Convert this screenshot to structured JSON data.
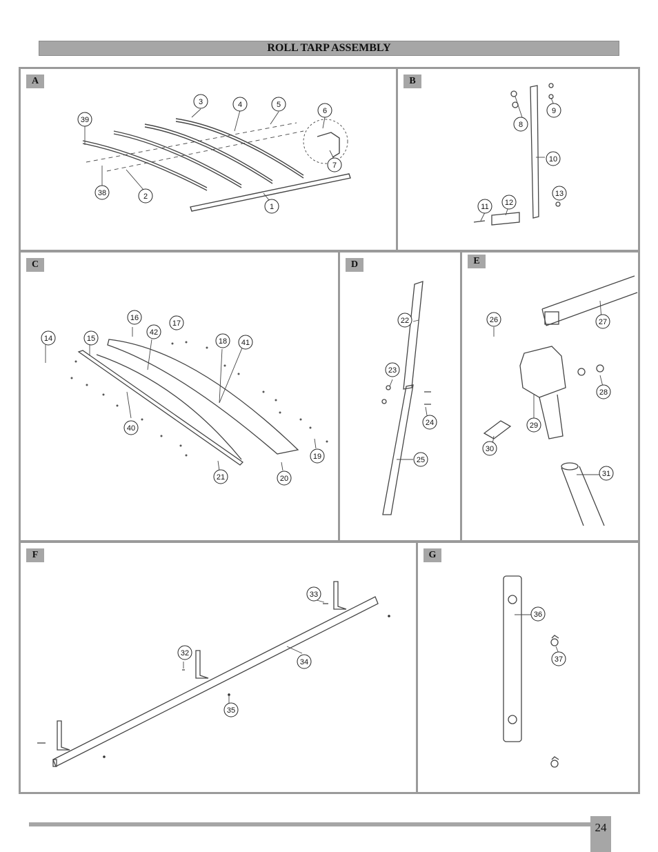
{
  "page": {
    "title": "ROLL TARP ASSEMBLY",
    "page_number": "24"
  },
  "panels": {
    "A": {
      "label": "A",
      "callouts": [
        "39",
        "3",
        "4",
        "5",
        "6",
        "7",
        "38",
        "2",
        "1"
      ]
    },
    "B": {
      "label": "B",
      "callouts": [
        "8",
        "9",
        "10",
        "11",
        "12",
        "13"
      ]
    },
    "C": {
      "label": "C",
      "callouts": [
        "14",
        "15",
        "16",
        "42",
        "17",
        "18",
        "41",
        "40",
        "21",
        "20",
        "19"
      ]
    },
    "D": {
      "label": "D",
      "callouts": [
        "22",
        "23",
        "24",
        "25"
      ]
    },
    "E": {
      "label": "E",
      "callouts": [
        "26",
        "27",
        "28",
        "29",
        "30",
        "31"
      ]
    },
    "F": {
      "label": "F",
      "callouts": [
        "33",
        "32",
        "34",
        "35"
      ]
    },
    "G": {
      "label": "G",
      "callouts": [
        "36",
        "37"
      ]
    }
  }
}
